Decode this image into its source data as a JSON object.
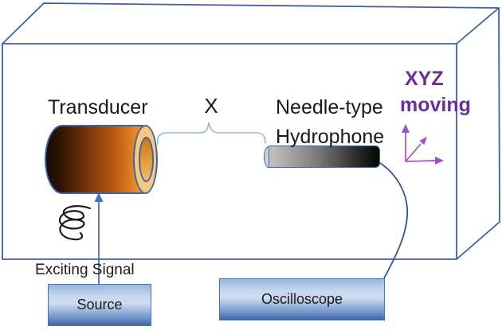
{
  "diagram": {
    "labels": {
      "transducer": "Transducer",
      "distance_x": "X",
      "hydrophone_line1": "Needle-type",
      "hydrophone_line2": "Hydrophone",
      "xyz": "XYZ",
      "moving": "moving",
      "exciting_signal": "Exciting Signal",
      "source": "Source",
      "oscilloscope": "Oscilloscope"
    },
    "colors": {
      "tank_edge": "#3c5fa7",
      "distance_brace": "#93b5e2",
      "hydrophone_cable": "#2e5597",
      "signal_arrow": "#4472c4",
      "purple_text": "#6b2d9c",
      "purple_axes": "#a24fd2",
      "label_text": "#1a1a1a",
      "transducer_dark": "#170c05",
      "transducer_orange": "#ea9335",
      "transducer_face": "#f6c97c",
      "hydrophone_light": "#c2c2c2",
      "hydrophone_dark": "#0a0a0a",
      "instrument_box_light": "#cfdcf0",
      "instrument_box_dark": "#41649f",
      "spring": "#1a1a1a"
    }
  }
}
